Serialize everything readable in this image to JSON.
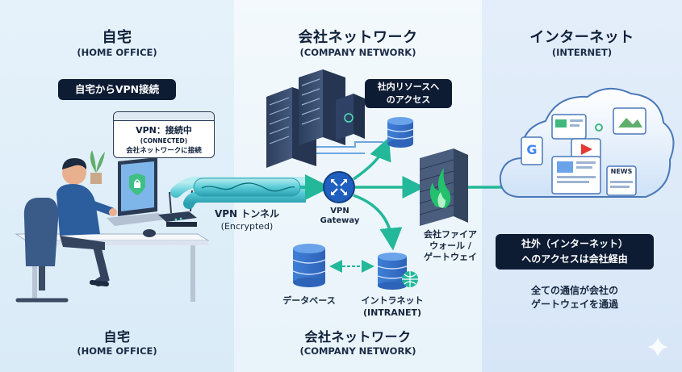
{
  "left": {
    "title": "自宅",
    "subtitle": "(HOME OFFICE)",
    "bottom_title": "自宅",
    "bottom_subtitle": "(HOME OFFICE)",
    "bubble": "自宅からVPN接続",
    "status_line1": "VPN：接続中",
    "status_line2": "(CONNECTED)",
    "status_line3": "会社ネットワークに接続"
  },
  "middle": {
    "title": "会社ネットワーク",
    "subtitle": "(COMPANY NETWORK)",
    "bottom_title": "会社ネットワーク",
    "bottom_subtitle": "(COMPANY NETWORK)",
    "resource_bubble_line1": "社内リソースへ",
    "resource_bubble_line2": "のアクセス",
    "tunnel_label": "VPN トンネル",
    "tunnel_sub": "(Encrypted)",
    "gateway_line1": "VPN",
    "gateway_line2": "Gateway",
    "firewall_line1": "会社ファイア",
    "firewall_line2": "ウォール /",
    "firewall_line3": "ゲートウェイ",
    "database_label": "データベース",
    "intranet_label": "イントラネット",
    "intranet_sub": "(INTRANET)"
  },
  "right": {
    "title": "インターネット",
    "subtitle": "(INTERNET)",
    "bubble_line1": "社外（インターネット）",
    "bubble_line2": "へのアクセスは会社経由",
    "note_line1": "全ての通信が会社の",
    "note_line2": "ゲートウェイを通過",
    "news_label": "NEWS",
    "g_label": "G"
  },
  "colors": {
    "left_bg": "#e3f0f9",
    "middle_bg": "#eef6fb",
    "right_bg": "#dfeaf8",
    "tunnel": "#2cc2a6",
    "accent_blue": "#1f6fd0",
    "dark": "#0d1b33"
  }
}
